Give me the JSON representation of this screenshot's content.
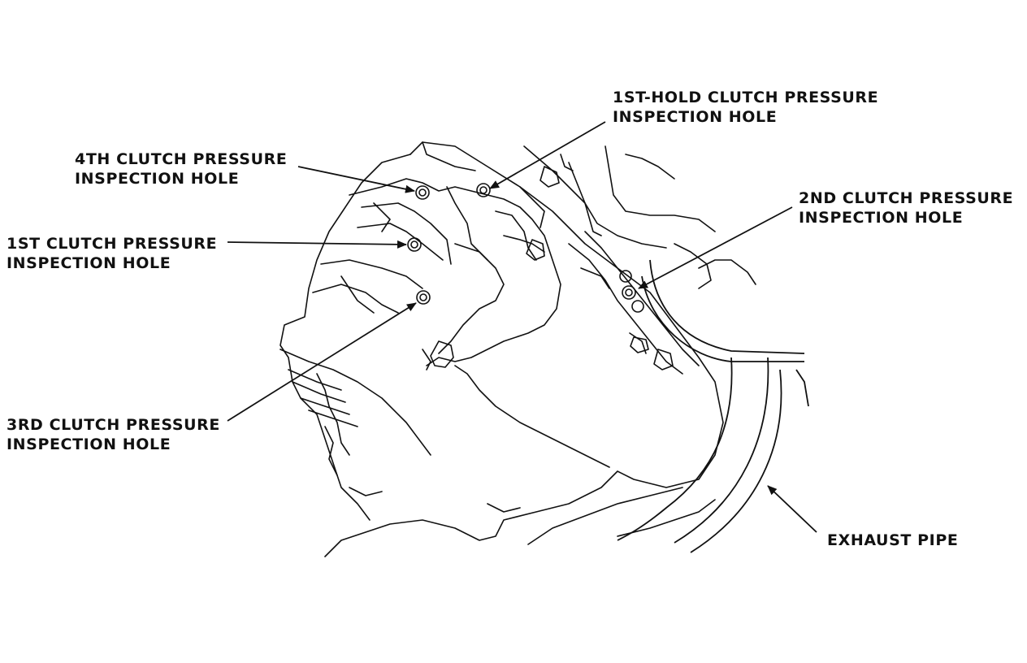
{
  "callouts": {
    "fourth": {
      "line1": "4TH CLUTCH PRESSURE",
      "line2": "INSPECTION HOLE"
    },
    "first": {
      "line1": "1ST CLUTCH PRESSURE",
      "line2": "INSPECTION HOLE"
    },
    "third": {
      "line1": "3RD CLUTCH PRESSURE",
      "line2": "INSPECTION HOLE"
    },
    "first_hold": {
      "line1": "1ST-HOLD CLUTCH PRESSURE",
      "line2": "INSPECTION HOLE"
    },
    "second": {
      "line1": "2ND CLUTCH PRESSURE",
      "line2": "INSPECTION HOLE"
    },
    "exhaust": {
      "line1": "EXHAUST PIPE"
    }
  },
  "colors": {
    "ink": "#111111",
    "paper": "#ffffff"
  }
}
